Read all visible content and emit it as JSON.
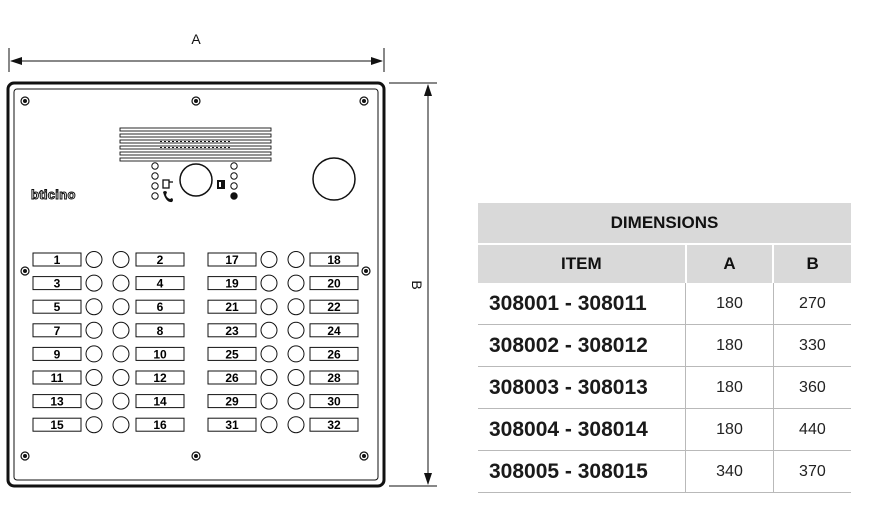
{
  "dimension_labels": {
    "width": "A",
    "height": "B"
  },
  "panel": {
    "brand": "bticino",
    "button_labels": [
      [
        "1",
        "2",
        "17",
        "18"
      ],
      [
        "3",
        "4",
        "19",
        "20"
      ],
      [
        "5",
        "6",
        "21",
        "22"
      ],
      [
        "7",
        "8",
        "23",
        "24"
      ],
      [
        "9",
        "10",
        "25",
        "26"
      ],
      [
        "11",
        "12",
        "26",
        "28"
      ],
      [
        "13",
        "14",
        "29",
        "30"
      ],
      [
        "15",
        "16",
        "31",
        "32"
      ]
    ]
  },
  "table": {
    "title": "DIMENSIONS",
    "headers": [
      "ITEM",
      "A",
      "B"
    ],
    "rows": [
      [
        "308001 - 308011",
        "180",
        "270"
      ],
      [
        "308002 - 308012",
        "180",
        "330"
      ],
      [
        "308003 - 308013",
        "180",
        "360"
      ],
      [
        "308004 - 308014",
        "180",
        "440"
      ],
      [
        "308005 - 308015",
        "340",
        "370"
      ]
    ]
  }
}
